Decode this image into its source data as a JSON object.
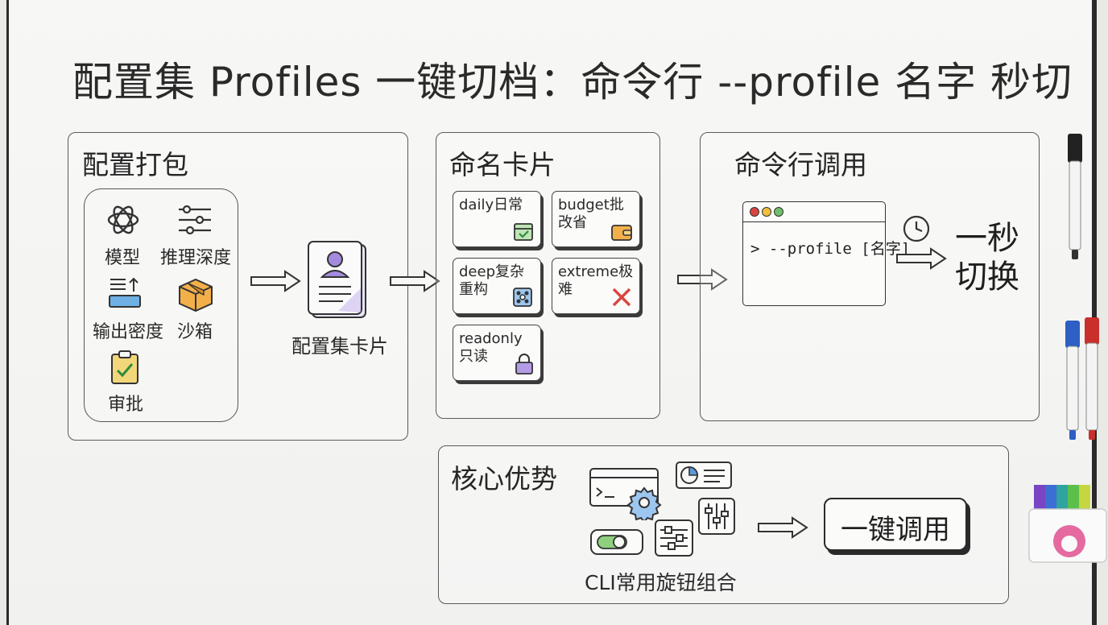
{
  "title": "配置集 Profiles 一键切档：命令行 --profile 名字 秒切",
  "panels": {
    "pack": {
      "title": "配置打包",
      "items": [
        "模型",
        "推理深度",
        "输出密度",
        "沙箱",
        "审批"
      ],
      "card_label": "配置集卡片"
    },
    "naming": {
      "title": "命名卡片",
      "cards": [
        {
          "label": "daily日常"
        },
        {
          "label": "budget批改省"
        },
        {
          "label": "deep复杂重构"
        },
        {
          "label": "extreme极难"
        },
        {
          "label": "readonly只读"
        }
      ]
    },
    "cli": {
      "title": "命令行调用",
      "command": "> --profile [名字]",
      "result_line1": "一秒",
      "result_line2": "切换"
    },
    "advantage": {
      "title": "核心优势",
      "caption": "CLI常用旋钮组合",
      "button": "一键调用"
    }
  },
  "colors": {
    "ink": "#2b2b2b",
    "green": "#7ec27a",
    "orange": "#f0a63c",
    "blue": "#5a9ad8",
    "red": "#d9463f",
    "purple": "#9a7fd8"
  }
}
